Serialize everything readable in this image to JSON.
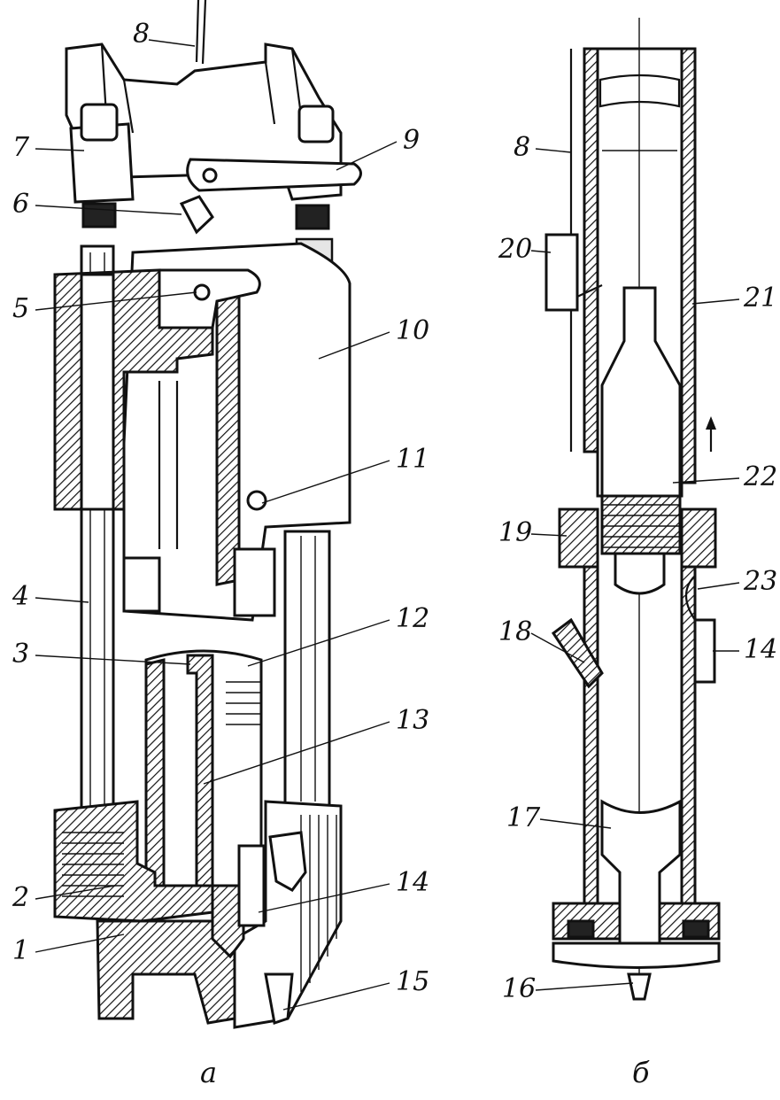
{
  "figures": [
    {
      "id": "a",
      "caption": "а",
      "labels": [
        {
          "n": "8"
        },
        {
          "n": "7"
        },
        {
          "n": "9"
        },
        {
          "n": "6"
        },
        {
          "n": "5"
        },
        {
          "n": "10"
        },
        {
          "n": "11"
        },
        {
          "n": "4"
        },
        {
          "n": "3"
        },
        {
          "n": "12"
        },
        {
          "n": "13"
        },
        {
          "n": "2"
        },
        {
          "n": "14"
        },
        {
          "n": "1"
        },
        {
          "n": "15"
        }
      ]
    },
    {
      "id": "b",
      "caption": "б",
      "labels": [
        {
          "n": "8"
        },
        {
          "n": "20"
        },
        {
          "n": "21"
        },
        {
          "n": "22"
        },
        {
          "n": "19"
        },
        {
          "n": "23"
        },
        {
          "n": "18"
        },
        {
          "n": "14"
        },
        {
          "n": "17"
        },
        {
          "n": "16"
        }
      ]
    }
  ]
}
